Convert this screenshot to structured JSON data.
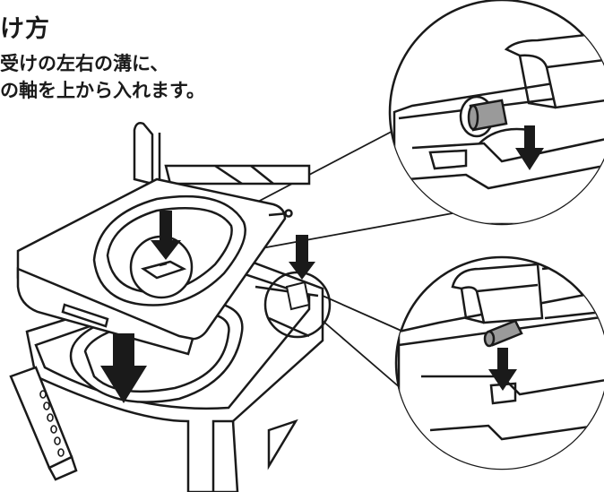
{
  "heading": "け方",
  "instructions": [
    "受けの左右の溝に、",
    "の軸を上から入れます。"
  ],
  "colors": {
    "ink": "#1a1a1a",
    "shaft_fill": "#9a9a9a",
    "background": "#ffffff"
  }
}
